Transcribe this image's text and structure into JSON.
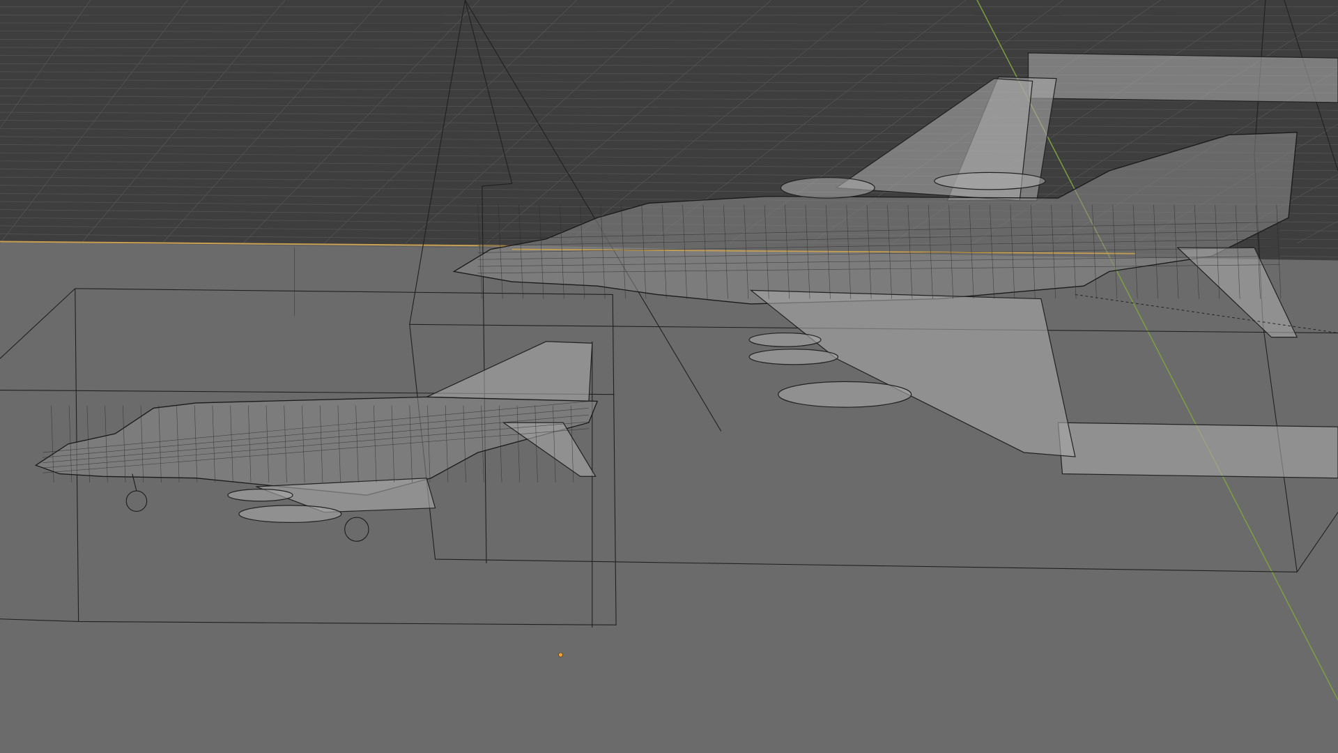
{
  "viewport": {
    "shading": "wireframe",
    "colors": {
      "background": "#6b6b6b",
      "grid_floor": "#3e3e3e",
      "grid_line": "#555555",
      "x_axis": "#c8a050",
      "y_axis": "#7fa040",
      "wire": "#1c1c1c",
      "origin": "#f0a030"
    },
    "objects": [
      "jet-large",
      "jet-small"
    ],
    "icons": [
      "origin-point"
    ]
  }
}
